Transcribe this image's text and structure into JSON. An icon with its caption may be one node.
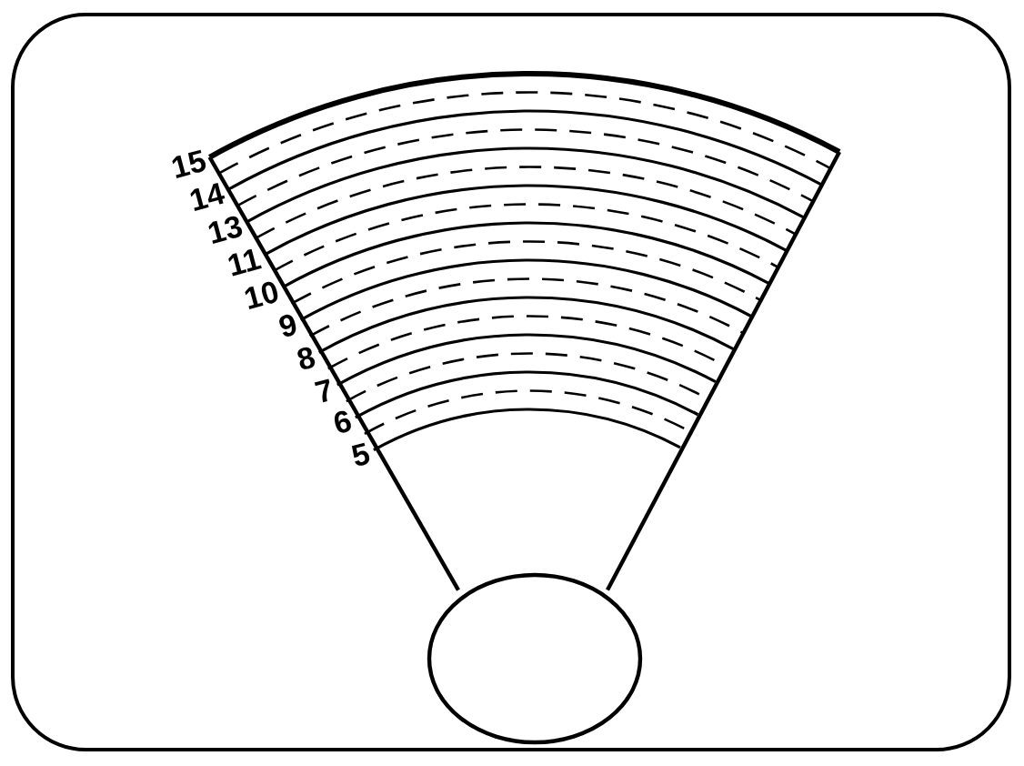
{
  "diagram": {
    "labels": [
      "15",
      "14",
      "13",
      "11",
      "10",
      "9",
      "8",
      "7",
      "6",
      "5"
    ]
  }
}
